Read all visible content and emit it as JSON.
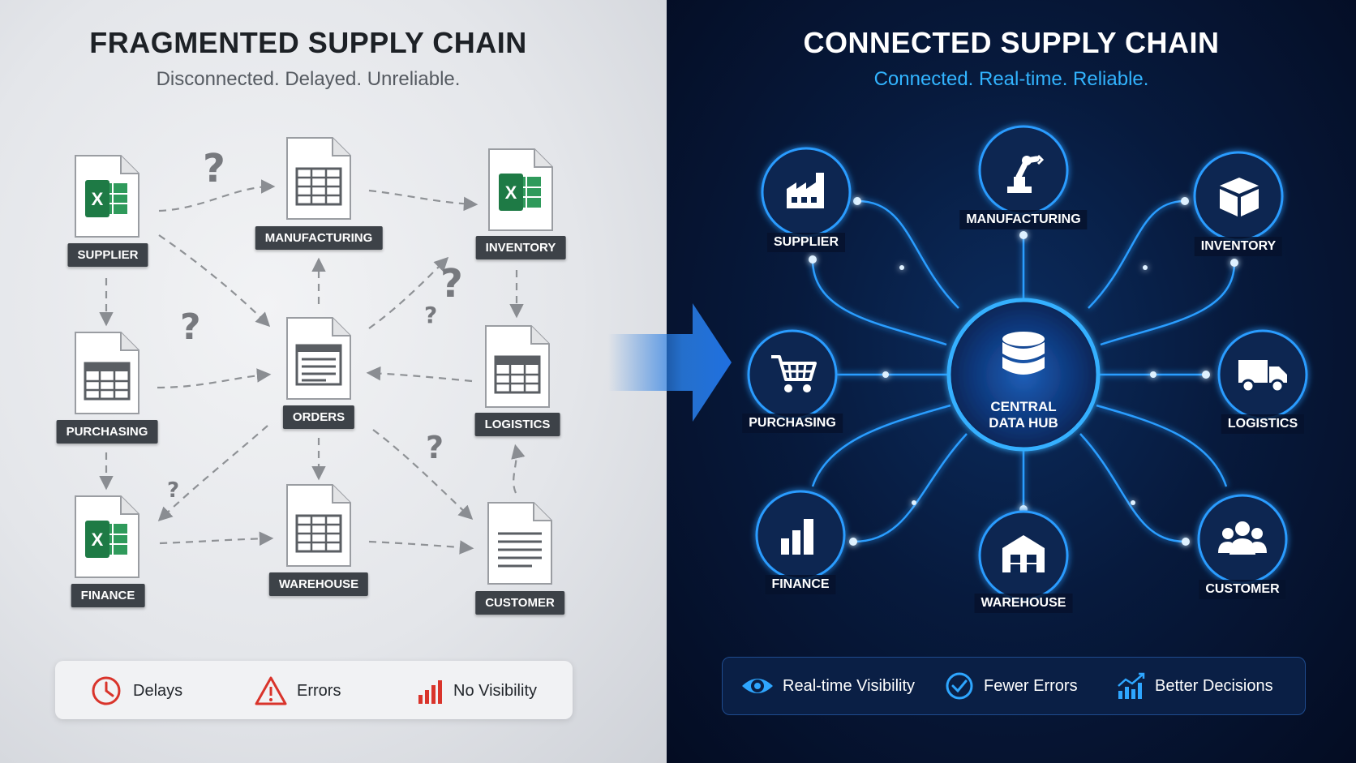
{
  "left": {
    "title": "FRAGMENTED SUPPLY CHAIN",
    "subtitle": "Disconnected. Delayed. Unreliable.",
    "nodes": {
      "supplier": "SUPPLIER",
      "manufacturing": "MANUFACTURING",
      "inventory": "INVENTORY",
      "purchasing": "PURCHASING",
      "orders": "ORDERS",
      "logistics": "LOGISTICS",
      "finance": "FINANCE",
      "warehouse": "WAREHOUSE",
      "customer": "CUSTOMER"
    },
    "question_mark": "?",
    "footer": {
      "delays": "Delays",
      "errors": "Errors",
      "no_visibility": "No Visibility"
    }
  },
  "right": {
    "title": "CONNECTED SUPPLY CHAIN",
    "subtitle": "Connected. Real-time. Reliable.",
    "hub_line1": "CENTRAL",
    "hub_line2": "DATA HUB",
    "nodes": {
      "supplier": "SUPPLIER",
      "manufacturing": "MANUFACTURING",
      "inventory": "INVENTORY",
      "purchasing": "PURCHASING",
      "logistics": "LOGISTICS",
      "finance": "FINANCE",
      "warehouse": "WAREHOUSE",
      "customer": "CUSTOMER"
    },
    "footer": {
      "visibility": "Real-time Visibility",
      "errors": "Fewer Errors",
      "decisions": "Better Decisions"
    }
  },
  "colors": {
    "left_bg": "#e4e6ea",
    "right_bg": "#071a3d",
    "accent_blue": "#2aa8ff",
    "excel_green": "#1e7a45",
    "label_dark": "#3d4248",
    "alert_red": "#d9342b"
  },
  "icons": {
    "left_docs": [
      "excel-icon",
      "spreadsheet-icon",
      "document-icon"
    ],
    "left_footer": [
      "clock-icon",
      "warning-icon",
      "bar-chart-icon"
    ],
    "right_nodes": [
      "factory-icon",
      "robot-arm-icon",
      "box-icon",
      "cart-icon",
      "truck-icon",
      "bar-chart-icon",
      "warehouse-icon",
      "people-icon",
      "database-icon"
    ],
    "right_footer": [
      "eye-icon",
      "check-circle-icon",
      "trend-chart-icon"
    ],
    "transition": "arrow-right-icon"
  }
}
